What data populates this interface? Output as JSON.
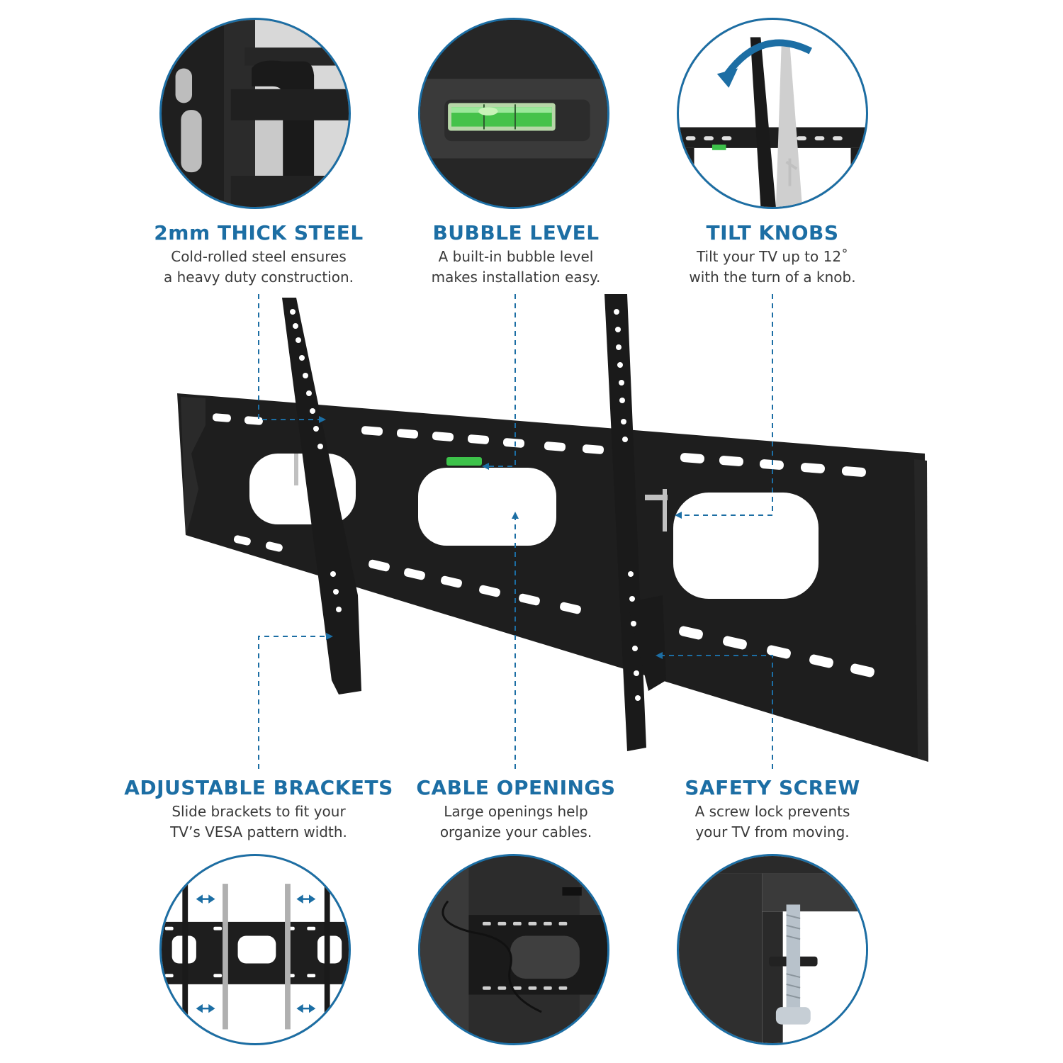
{
  "features": {
    "steel": {
      "title": "2mm THICK STEEL",
      "line1": "Cold-rolled steel ensures",
      "line2": "a heavy duty construction."
    },
    "bubble": {
      "title": "BUBBLE LEVEL",
      "line1": "A built-in bubble level",
      "line2": "makes installation easy."
    },
    "tilt": {
      "title": "TILT KNOBS",
      "line1": "Tilt your TV up to 12˚",
      "line2": "with the turn of a knob."
    },
    "brackets": {
      "title": "ADJUSTABLE BRACKETS",
      "line1": "Slide brackets to fit your",
      "line2": "TV’s VESA pattern width."
    },
    "cable": {
      "title": "CABLE OPENINGS",
      "line1": "Large openings help",
      "line2": "organize your cables."
    },
    "safety": {
      "title": "SAFETY SCREW",
      "line1": "A screw lock prevents",
      "line2": "your TV from moving."
    }
  },
  "colors": {
    "accent": "#1c6ea4",
    "steel": "#1e1e1e",
    "text": "#3a3a3a"
  },
  "icons": [
    "tilt-arrow-icon",
    "width-arrow-icon"
  ]
}
